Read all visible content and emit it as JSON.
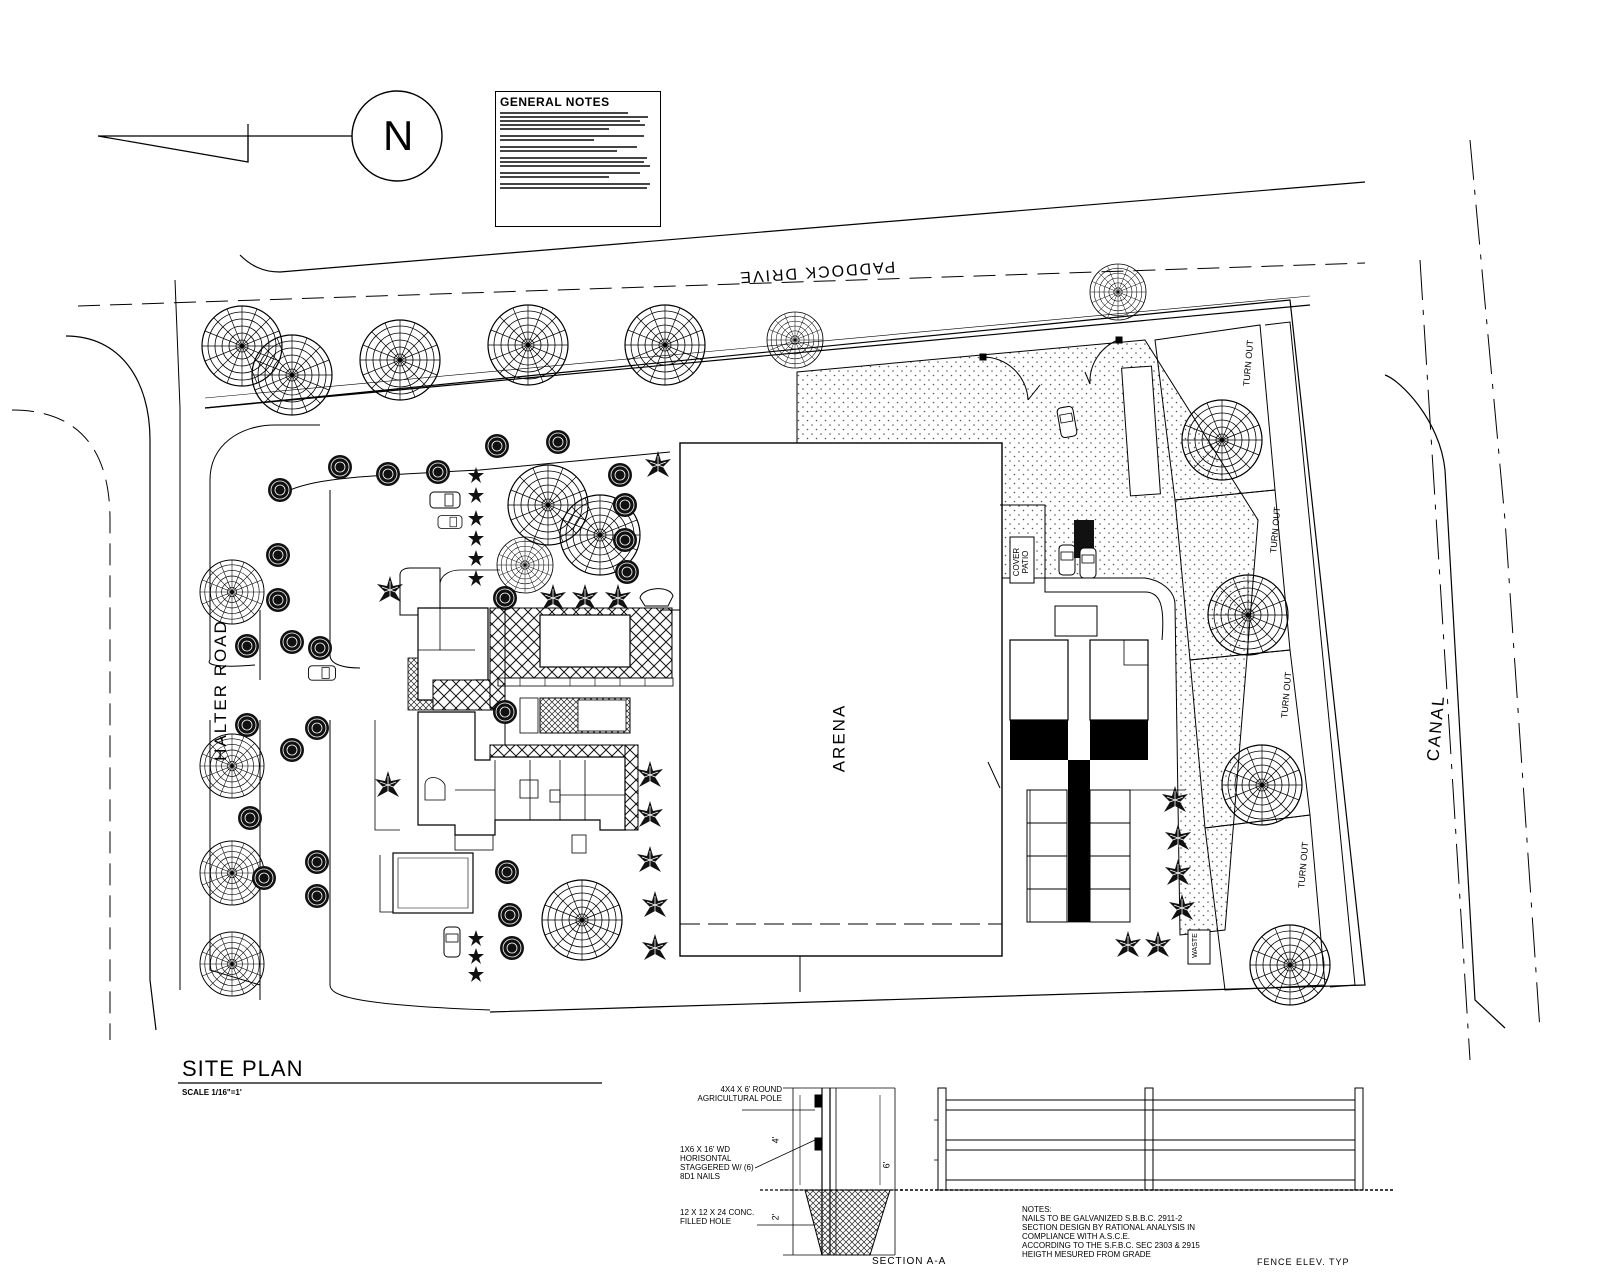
{
  "general_notes": {
    "title": "GENERAL NOTES"
  },
  "north_arrow": {
    "label": "N"
  },
  "streets": {
    "paddock": "PADDOCK DRIVE",
    "halter": "HALTER ROAD",
    "canal": "CANAL"
  },
  "site": {
    "arena": "ARENA",
    "turnout": "TURN OUT",
    "cover_patio": "COVER PATIO",
    "waste": "WASTE"
  },
  "title_block": {
    "title": "SITE PLAN",
    "scale": "SCALE 1/16\"=1'"
  },
  "section": {
    "pole": "4X4 X 6' ROUND AGRICULTURAL POLE",
    "board": "1X6 X 16' WD HORISONTAL STAGGERED W/ (6) 8D1 NAILS",
    "hole": "12 X 12 X 24 CONC. FILLED HOLE",
    "dim_4": "4'",
    "dim_6": "6'",
    "dim_2": "2'",
    "label": "SECTION A-A"
  },
  "fence_notes": {
    "title": "NOTES:",
    "lines": [
      "NAILS TO BE GALVANIZED S.B.B.C. 2911-2",
      "SECTION DESIGN BY RATIONAL ANALYSIS IN",
      "COMPLIANCE WITH A.S.C.E.",
      "ACCORDING TO THE S.F.B.C. SEC 2303 & 2915",
      "HEIGTH MESURED FROM GRADE"
    ]
  },
  "fence_elev": {
    "label": "FENCE ELEV. TYP"
  }
}
